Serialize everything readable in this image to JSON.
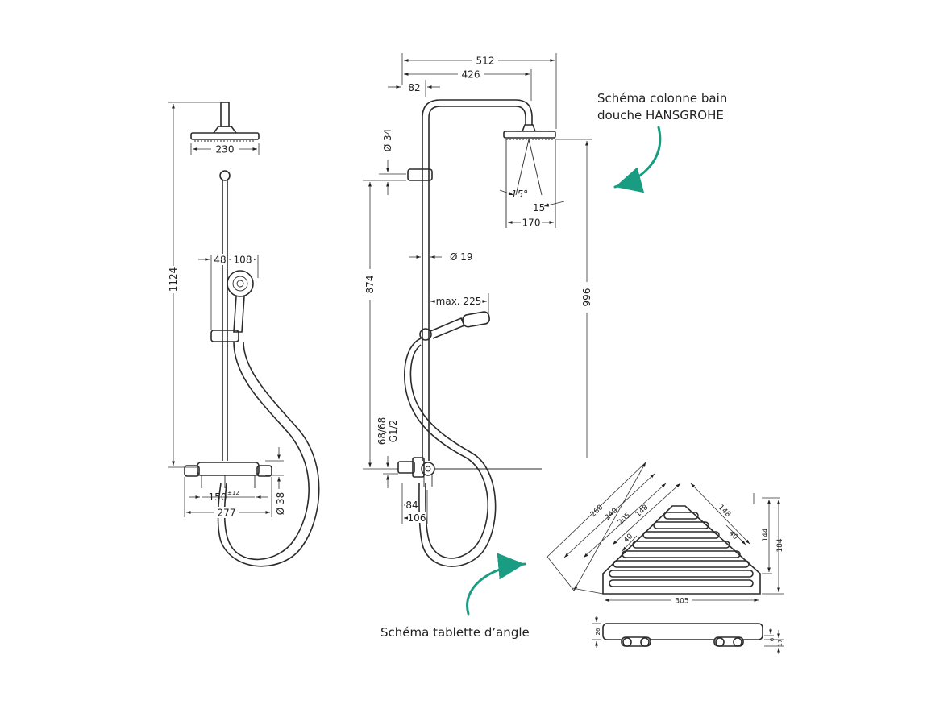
{
  "captions": {
    "column_line1": "Schéma colonne bain",
    "column_line2": "douche HANSGROHE",
    "shelf": "Schéma tablette d’angle"
  },
  "accent_color": "#1a9c82",
  "front_view": {
    "head_width": "230",
    "total_height": "1124",
    "handshower_offset": "48",
    "handshower_diameter": "108",
    "inlet_spacing": "150",
    "inlet_spacing_tol": "±12",
    "mixer_width": "277",
    "mixer_diameter": "Ø 38"
  },
  "side_view": {
    "overall_width": "512",
    "arm_reach": "426",
    "wall_offset": "82",
    "bracket_diameter": "Ø 34",
    "pipe_diameter": "Ø 19",
    "handshower_reach": "max. 225",
    "rail_height": "874",
    "head_height": "996",
    "spray_angle_left": "15°",
    "spray_angle_right": "15°",
    "head_width": "170",
    "connection_line1": "68/68",
    "connection_line2": "G1/2",
    "mixer_depth_small": "84",
    "mixer_depth": "106"
  },
  "shelf_view": {
    "diag_outer": "260",
    "diag_mid": "240",
    "diag_inner": "205",
    "diag_front": "148",
    "side_length": "148",
    "small_left": "40",
    "small_right": "40",
    "depth_inner": "144",
    "depth_total": "184",
    "width": "305",
    "thickness": "26",
    "foot_height": "17",
    "foot_gap": "6"
  }
}
